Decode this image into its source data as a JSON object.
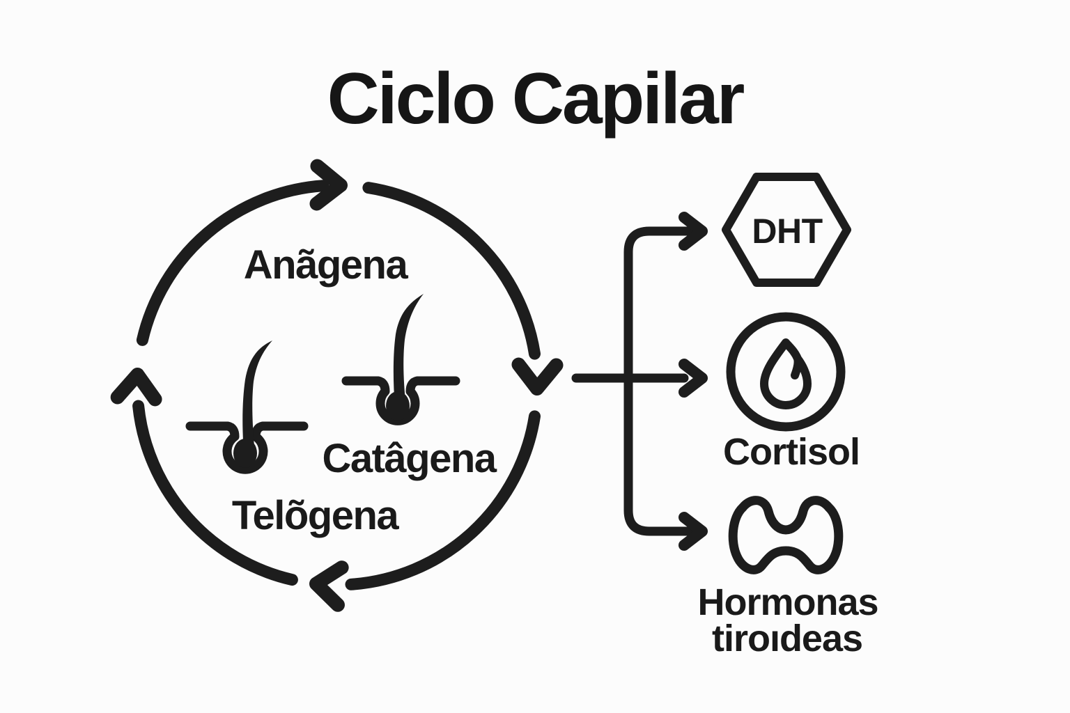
{
  "title": "Ciclo Capilar",
  "colors": {
    "ink": "#1a1a1a",
    "background": "#fcfcfc"
  },
  "cycle": {
    "type": "circular-cycle",
    "direction": "clockwise",
    "stages": [
      {
        "label": "Anãgena"
      },
      {
        "label": "Catâgena"
      },
      {
        "label": "Telõgena"
      }
    ],
    "icons": [
      "hair-follicle-icon",
      "hair-follicle-icon"
    ]
  },
  "factors": {
    "dht": {
      "label": "DHT",
      "icon": "hexagon-icon"
    },
    "cortisol": {
      "label": "Cortisol",
      "icon": "droplet-in-circle-icon"
    },
    "thyroid": {
      "label_line1": "Hormonas",
      "label_line2": "tiroıdeas",
      "icon": "thyroid-gland-icon"
    }
  }
}
